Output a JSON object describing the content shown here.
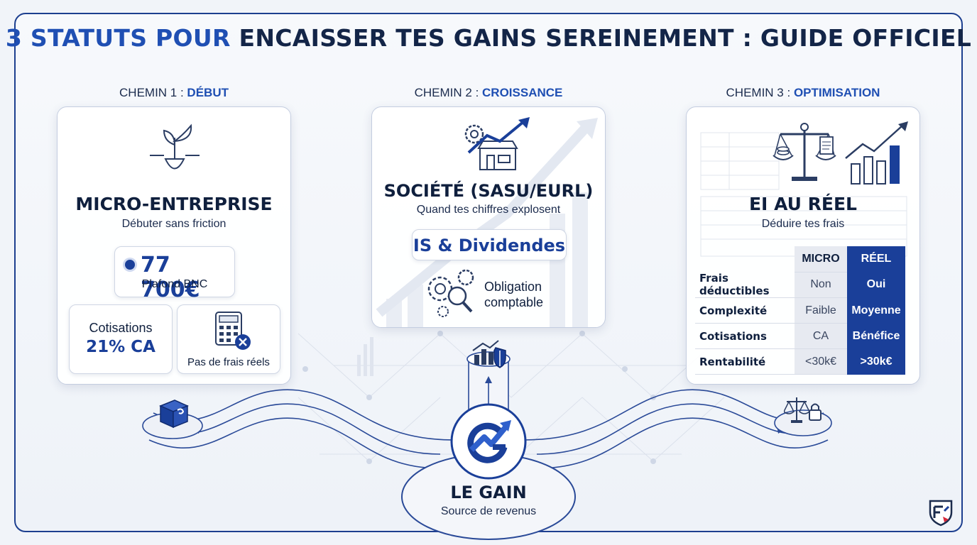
{
  "title": {
    "accent": "3 STATUTS POUR",
    "rest": " ENCAISSER TES GAINS SEREINEMENT : GUIDE OFFICIEL"
  },
  "paths": [
    {
      "label_prefix": "CHEMIN 1 : ",
      "label_accent": "DÉBUT",
      "title": "MICRO-ENTREPRISE",
      "subtitle": "Débuter sans friction",
      "ceiling_value": "77 700€",
      "ceiling_label": "Plafond BNC",
      "contrib_label": "Cotisations",
      "contrib_value": "21% CA",
      "expenses_label": "Pas de frais réels"
    },
    {
      "label_prefix": "CHEMIN 2 : ",
      "label_accent": "CROISSANCE",
      "title": "SOCIÉTÉ (SASU/EURL)",
      "subtitle": "Quand tes chiffres explosent",
      "badge": "IS & Dividendes",
      "obligation_line1": "Obligation",
      "obligation_line2": "comptable"
    },
    {
      "label_prefix": "CHEMIN 3 : ",
      "label_accent": "OPTIMISATION",
      "title": "EI AU RÉEL",
      "subtitle": "Déduire tes frais",
      "table": {
        "headers": [
          "",
          "MICRO",
          "RÉEL"
        ],
        "rows": [
          [
            "Frais déductibles",
            "Non",
            "Oui"
          ],
          [
            "Complexité",
            "Faible",
            "Moyenne"
          ],
          [
            "Cotisations",
            "CA",
            "Bénéfice"
          ],
          [
            "Rentabilité",
            "<30k€",
            ">30k€"
          ]
        ]
      }
    }
  ],
  "center": {
    "title": "LE GAIN",
    "subtitle": "Source de revenus"
  },
  "colors": {
    "primary": "#1a3f99",
    "accent": "#1f4fb3",
    "dark": "#0f1f3d"
  },
  "icons": [
    "sprout-icon",
    "shop-growth-icon",
    "scale-document-icon",
    "growth-chart-icon",
    "calculator-icon",
    "gears-search-icon",
    "cube-icon",
    "shield-chart-icon",
    "scale-lock-icon",
    "gain-logo-icon",
    "brand-shield-icon"
  ]
}
